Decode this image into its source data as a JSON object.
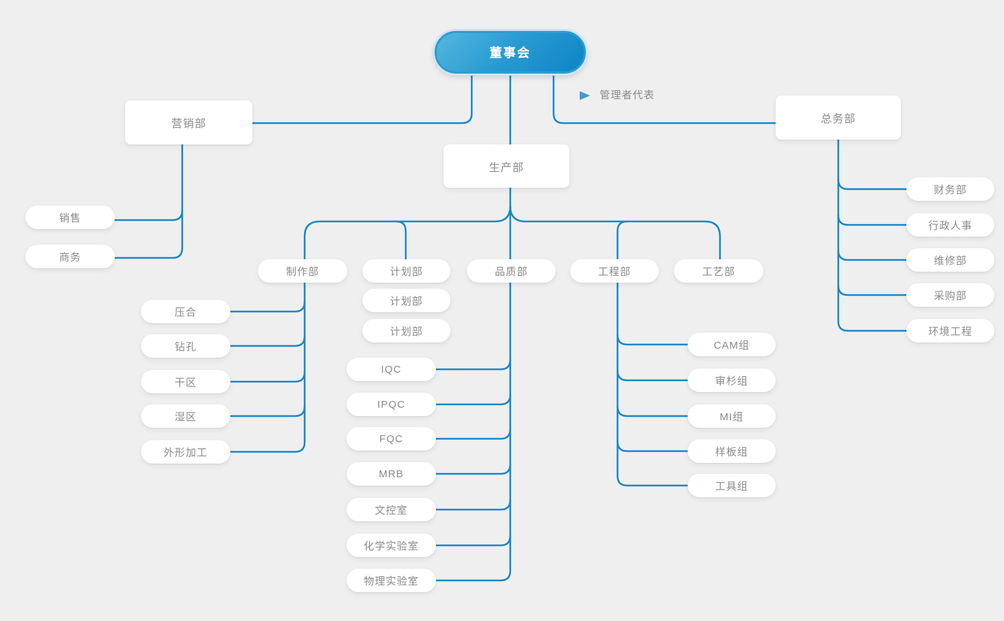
{
  "colors": {
    "background": "#efefef",
    "connector": "#1787c9",
    "root_gradient_start": "#55b6df",
    "root_gradient_end": "#0d84c6",
    "root_text": "#ffffff",
    "node_text": "#8a8a8a"
  },
  "root": {
    "label": "董事会"
  },
  "management_rep": {
    "label": "管理者代表"
  },
  "marketing": {
    "label": "营销部",
    "children": [
      {
        "label": "销售"
      },
      {
        "label": "商务"
      }
    ]
  },
  "production": {
    "label": "生产部"
  },
  "manufacturing": {
    "label": "制作部",
    "children": [
      {
        "label": "压合"
      },
      {
        "label": "钻孔"
      },
      {
        "label": "干区"
      },
      {
        "label": "湿区"
      },
      {
        "label": "外形加工"
      }
    ]
  },
  "planning": {
    "pills": [
      {
        "label": "计划部"
      },
      {
        "label": "计划部"
      },
      {
        "label": "计划部"
      }
    ]
  },
  "quality": {
    "label": "品质部",
    "children": [
      {
        "label": "IQC"
      },
      {
        "label": "IPQC"
      },
      {
        "label": "FQC"
      },
      {
        "label": "MRB"
      },
      {
        "label": "文控室"
      },
      {
        "label": "化学实验室"
      },
      {
        "label": "物理实验室"
      }
    ]
  },
  "engineering": {
    "label": "工程部",
    "children": [
      {
        "label": "CAM组"
      },
      {
        "label": "审杉组"
      },
      {
        "label": "MI组"
      },
      {
        "label": "样板组"
      },
      {
        "label": "工具组"
      }
    ]
  },
  "process": {
    "label": "工艺部"
  },
  "general_affairs": {
    "label": "总务部",
    "children": [
      {
        "label": "财务部"
      },
      {
        "label": "行政人事"
      },
      {
        "label": "维修部"
      },
      {
        "label": "采购部"
      },
      {
        "label": "环境工程"
      }
    ]
  }
}
